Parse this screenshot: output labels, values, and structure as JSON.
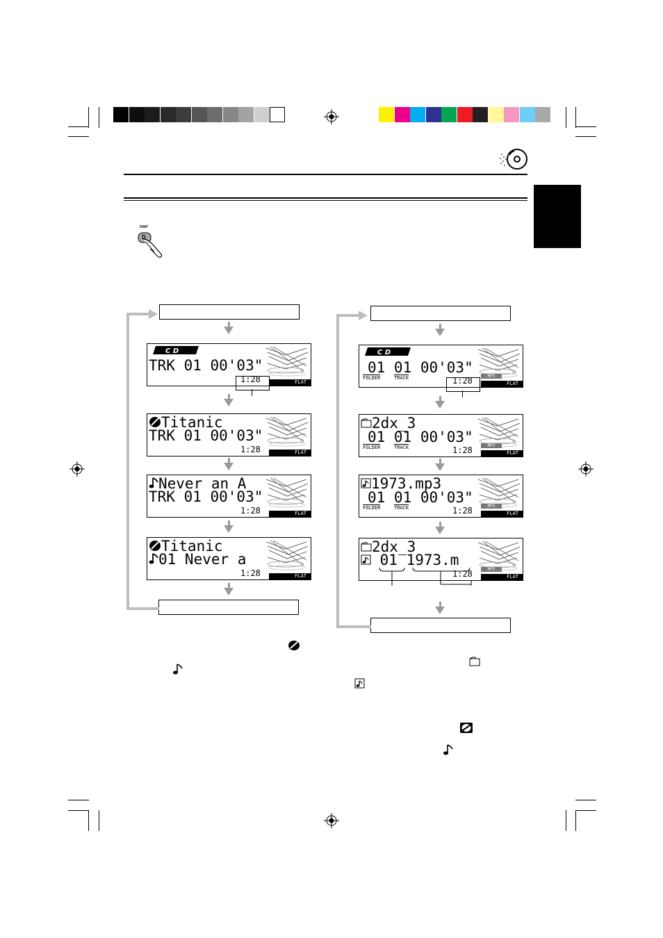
{
  "color_bar": {
    "grays": [
      "#000000",
      "#0e0e0e",
      "#1c1c1c",
      "#2a2a2a",
      "#3c3c3c",
      "#555555",
      "#6d6d6d",
      "#878787",
      "#a3a3a3",
      "#cfcfcf",
      "#ffffff"
    ],
    "colors": [
      "#fff200",
      "#ec008c",
      "#00aeef",
      "#2e3192",
      "#00a651",
      "#ed1c24",
      "#231f20",
      "#fff799",
      "#f49ac1",
      "#6dcff6",
      "#a7a9ac"
    ]
  },
  "icons": {
    "header": "cd-disc-icon",
    "finger": "disp-button-icon",
    "disc": "disc-title-icon",
    "note": "track-note-icon",
    "folder": "folder-icon",
    "file": "file-icon"
  },
  "disp_button": {
    "label": "DISP",
    "key": "D"
  },
  "left_flow": {
    "screens": [
      {
        "line1": "",
        "line2": "TRK 01 00'03\"",
        "time": "1:28",
        "eq": "FLAT",
        "icon": "cd-logo"
      },
      {
        "line1": "Titanic",
        "line2": "TRK 01 00'03\"",
        "time": "1:28",
        "eq": "FLAT",
        "icon": "disc"
      },
      {
        "line1": "Never an A",
        "line2": "TRK 01 00'03\"",
        "time": "1:28",
        "eq": "FLAT",
        "icon": "note"
      },
      {
        "line1": "Titanic",
        "line2": "01 Never a",
        "time": "1:28",
        "eq": "FLAT",
        "icon": "disc"
      }
    ]
  },
  "right_flow": {
    "screens": [
      {
        "line1": "",
        "line2": "01 01 00'03\"",
        "time": "1:28",
        "eq": "FLAT",
        "folder_label": "FOLDER",
        "track_label": "TRACK",
        "mp3": "MP3"
      },
      {
        "line1": "2dx_3",
        "line2": "01 01 00'03\"",
        "time": "1:28",
        "eq": "FLAT",
        "folder_label": "FOLDER",
        "track_label": "TRACK",
        "mp3": "MP3"
      },
      {
        "line1": "1973.mp3",
        "line2": "01 01 00'03\"",
        "time": "1:28",
        "eq": "FLAT",
        "folder_label": "FOLDER",
        "track_label": "TRACK",
        "mp3": "MP3"
      },
      {
        "line1": "2dx_3",
        "line2": "01 1973.m",
        "time": "1:28",
        "eq": "FLAT",
        "mp3": "MP3"
      }
    ]
  }
}
